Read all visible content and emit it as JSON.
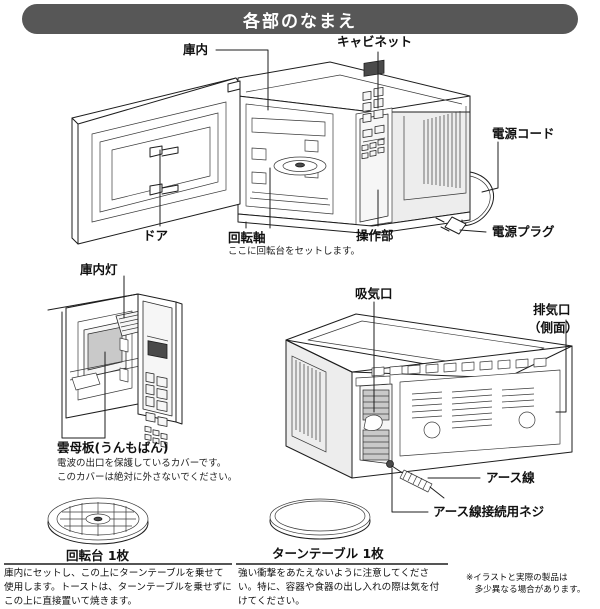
{
  "page": {
    "title": "各部のなまえ",
    "background_color": "#ffffff",
    "banner_color": "#575757",
    "banner_text_color": "#ffffff"
  },
  "diagram_main": {
    "labels": {
      "interior": "庫内",
      "cabinet": "キャビネット",
      "power_cord": "電源コード",
      "power_plug": "電源プラグ",
      "door": "ドア",
      "rotating_shaft": "回転軸",
      "rotating_shaft_note": "ここに回転台をセットします。",
      "control_panel": "操作部"
    }
  },
  "diagram_door_detail": {
    "labels": {
      "interior_lamp": "庫内灯",
      "mica_plate": "雲母板(うんもばん)",
      "mica_plate_note_line1": "電波の出口を保護しているカバーです。",
      "mica_plate_note_line2": "このカバーは絶対に外さないでください。"
    }
  },
  "diagram_rear": {
    "labels": {
      "air_intake": "吸気口",
      "exhaust_line1": "排気口",
      "exhaust_line2": "（側面）",
      "earth_wire": "アース線",
      "earth_screw": "アース線接続用ネジ"
    }
  },
  "accessories": [
    {
      "name": "turntable-base",
      "label": "回転台 1枚",
      "caption": "庫内にセットし、この上にターンテーブルを乗せて使用します。トーストは、ターンテーブルを乗せずにこの上に直接置いて焼きます。"
    },
    {
      "name": "turntable-plate",
      "label": "ターンテーブル 1枚",
      "caption": "強い衝撃をあたえないように注意してください。特に、容器や食器の出し入れの際は気を付けてください。"
    }
  ],
  "footnote": {
    "line1": "※イラストと実際の製品は",
    "line2": "　多少異なる場合があります。"
  }
}
